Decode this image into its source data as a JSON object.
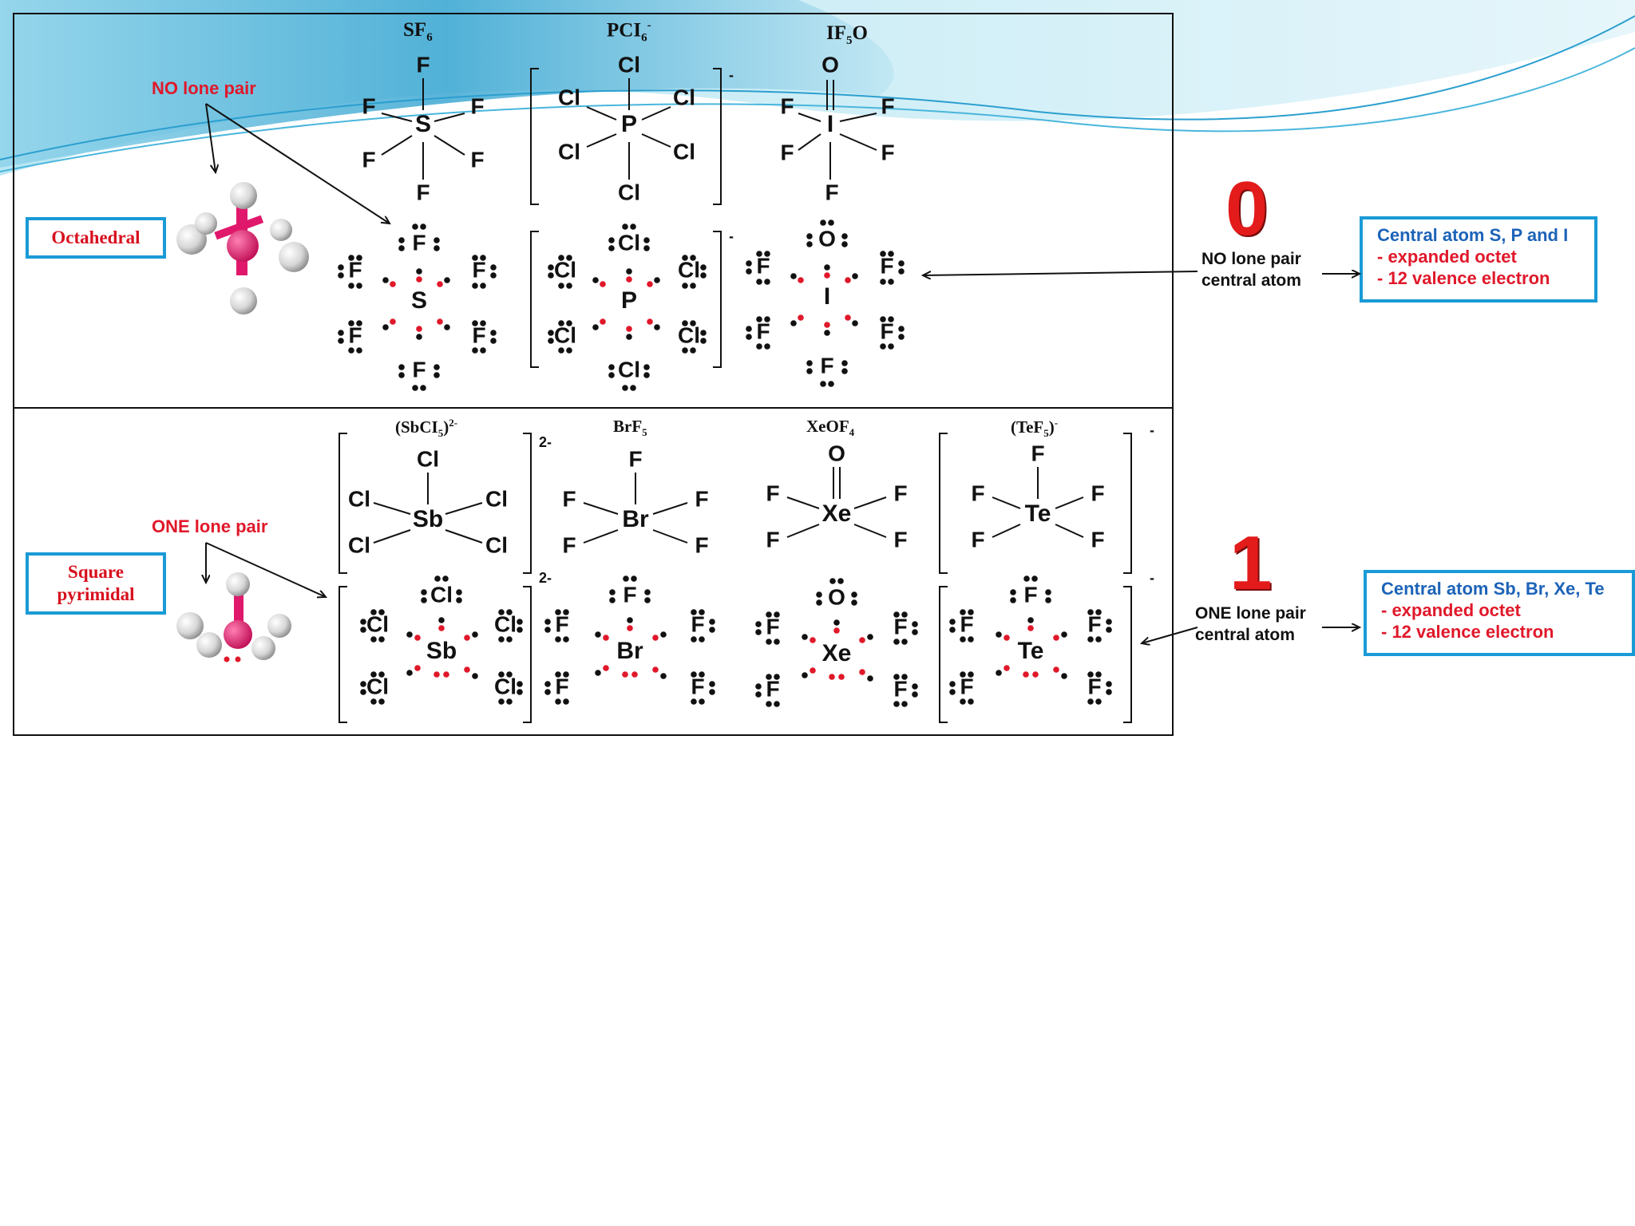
{
  "colors": {
    "accent_red": "#e0182a",
    "accent_blue": "#1c63b8",
    "box_border": "#1a9ad6",
    "atom_pink": "#e0186c"
  },
  "top_section": {
    "caption": "NO lone pair",
    "shape_label": "Octahedral",
    "molecules": [
      {
        "name": "SF",
        "sub": "6",
        "sup": ""
      },
      {
        "name": "PCI",
        "sub": "6",
        "sup": "-"
      },
      {
        "name": "IF",
        "sub": "5",
        "tail": "O"
      }
    ],
    "lone_pair_count": "0",
    "side_line1": "NO lone pair",
    "side_line2": "central atom",
    "info_title": "Central atom S, P and I",
    "info_line1": "- expanded octet",
    "info_line2": "- 12 valence electron"
  },
  "bottom_section": {
    "caption": "ONE lone pair",
    "shape_label_line1": "Square",
    "shape_label_line2": "pyrimidal",
    "molecules": [
      {
        "name": "(SbCI",
        "sub": "5",
        "tail": ")",
        "sup": "2-"
      },
      {
        "name": "BrF",
        "sub": "5"
      },
      {
        "name": "XeOF",
        "sub": "4"
      },
      {
        "name": "(TeF",
        "sub": "5",
        "tail": ")",
        "sup": "-"
      }
    ],
    "lone_pair_count": "1",
    "side_line1": "ONE lone pair",
    "side_line2": "central atom",
    "info_title": "Central atom Sb, Br, Xe, Te",
    "info_line1": "- expanded octet",
    "info_line2": "- 12 valence electron"
  },
  "atoms": {
    "S": "S",
    "P": "P",
    "I": "I",
    "F": "F",
    "Cl": "Cl",
    "O": "O",
    "Sb": "Sb",
    "Br": "Br",
    "Xe": "Xe",
    "Te": "Te"
  },
  "charges": {
    "minus": "-",
    "two_minus": "2-"
  }
}
